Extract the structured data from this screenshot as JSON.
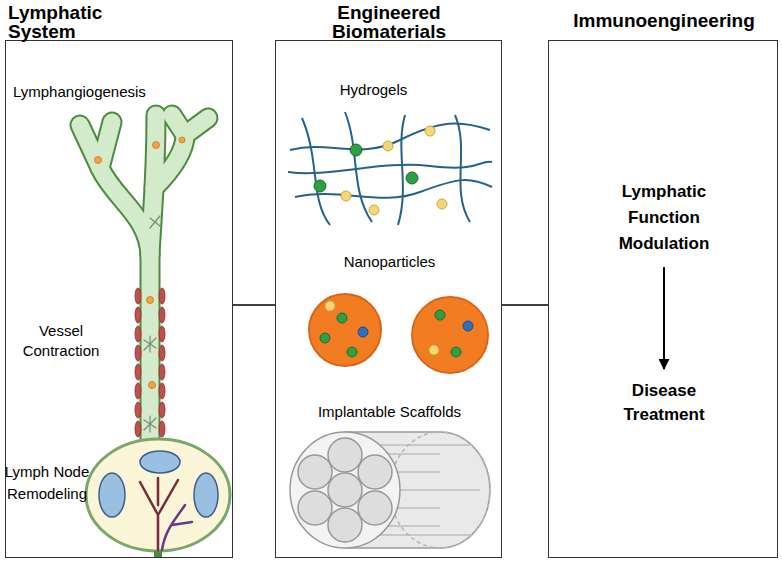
{
  "diagram": {
    "nodes": [
      {
        "text": [
          "Lymphatic System",
          "Lymphangiogenesis",
          "Vessel Contraction",
          "Lymph Node Remodeling"
        ]
      },
      {
        "text": [
          "Engineered Biomaterials",
          "Hydrogels",
          "Nanoparticles",
          "Implantable Scaffolds"
        ]
      },
      {
        "text": [
          "Immunoengineering"
        ]
      },
      {
        "text": [
          "Lymphatic Function Modulation"
        ],
        "in": 2
      },
      {
        "text": [
          "Disease Treatment"
        ],
        "in": 2
      }
    ],
    "edges": [
      {
        "from": 0,
        "to": 1,
        "arrow": "none"
      },
      {
        "from": 1,
        "to": 2,
        "arrow": "none"
      },
      {
        "from": 3,
        "to": 4,
        "arrow": "to"
      }
    ]
  }
}
